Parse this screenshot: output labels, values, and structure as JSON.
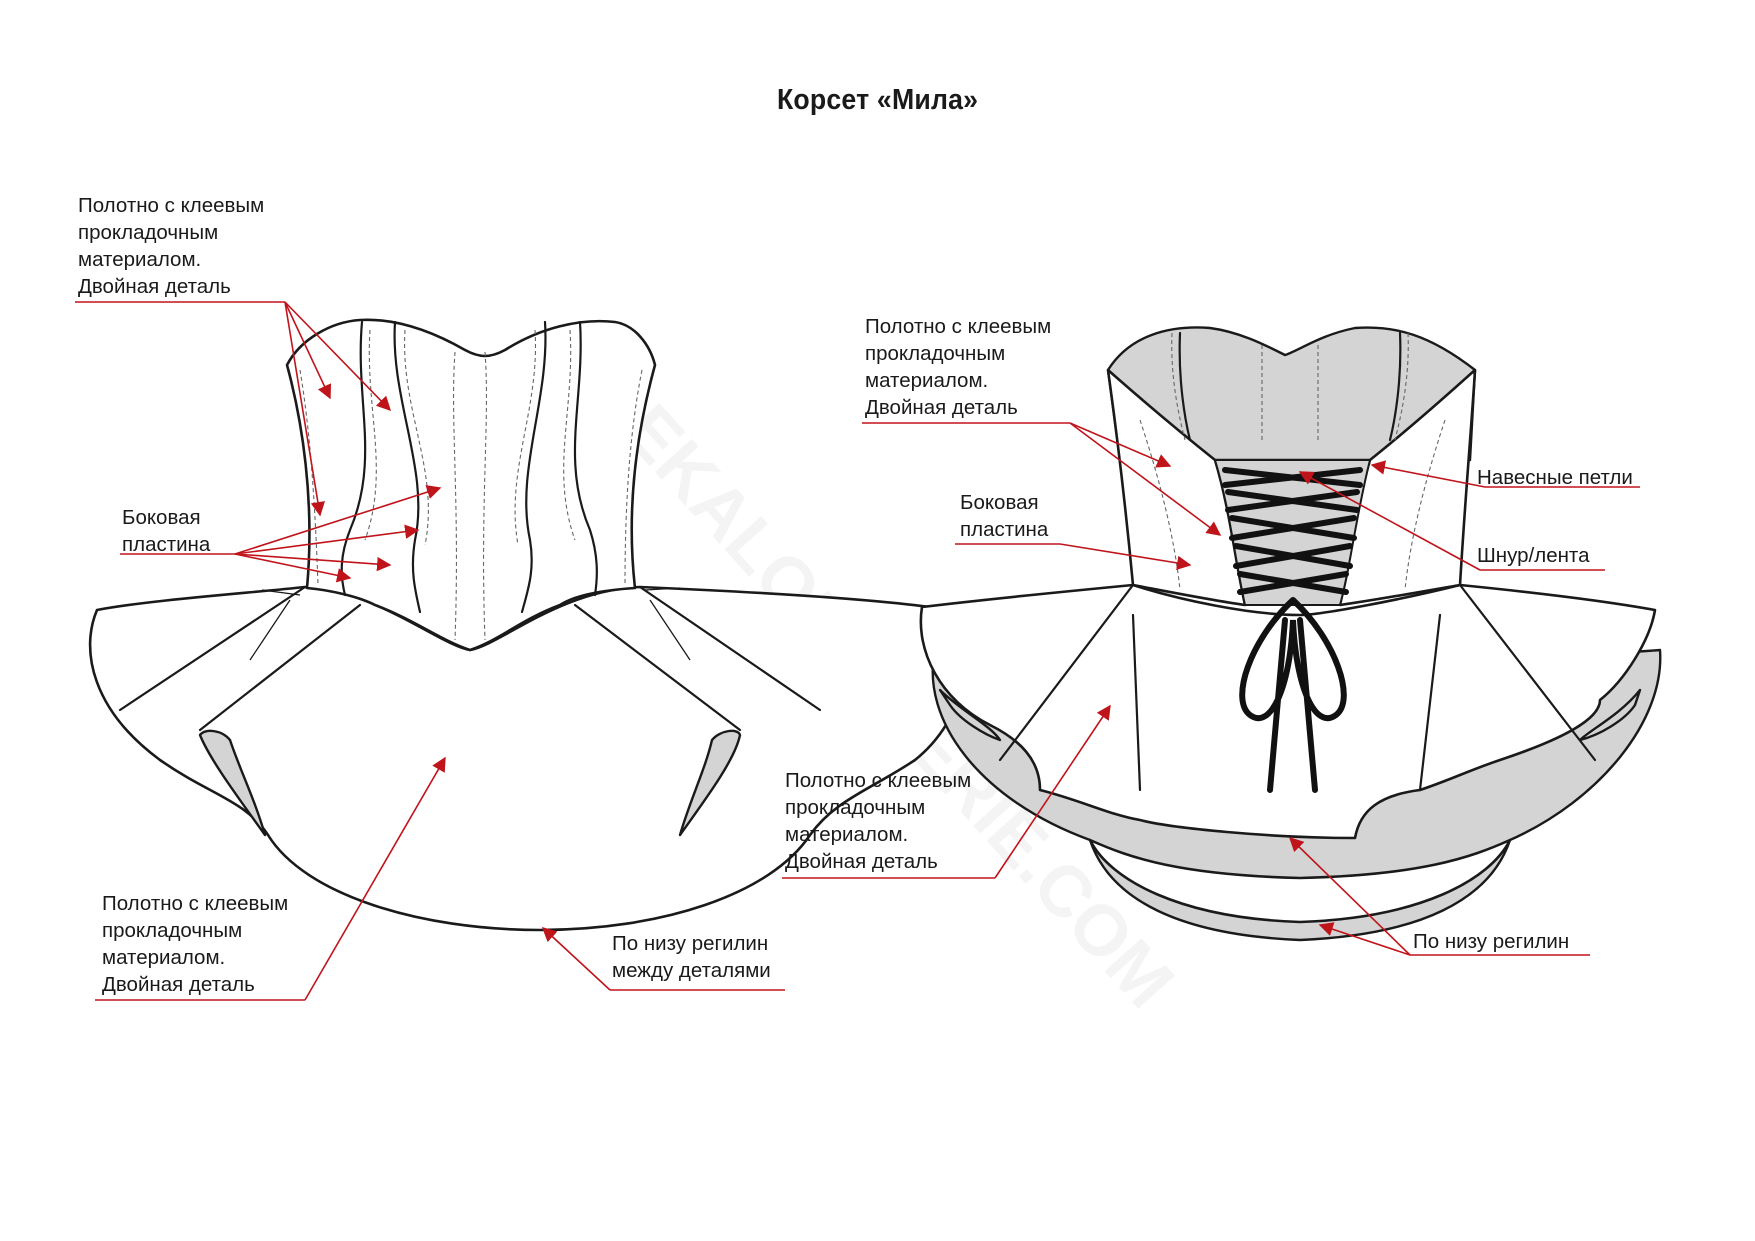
{
  "title": "Корсет «Мила»",
  "watermark": "LEKALOLINGERIE.COM",
  "colors": {
    "leader": "#c0141b",
    "outline": "#1a1a1a",
    "lining_grey": "#d4d4d4"
  },
  "front_view": {
    "labels": {
      "fabric_top": [
        "Полотно с клеевым",
        "прокладочным",
        "материалом.",
        "Двойная деталь"
      ],
      "side_panel": [
        "Боковая",
        "пластина"
      ],
      "fabric_bottom": [
        "Полотно с клеевым",
        "прокладочным",
        "материалом.",
        "Двойная деталь"
      ],
      "hem_regilin": [
        "По низу регилин",
        "между деталями"
      ]
    }
  },
  "back_view": {
    "labels": {
      "fabric_top": [
        "Полотно с клеевым",
        "прокладочным",
        "материалом.",
        "Двойная деталь"
      ],
      "side_panel": [
        "Боковая",
        "пластина"
      ],
      "loops": [
        "Навесные петли"
      ],
      "lace": [
        "Шнур/лента"
      ],
      "fabric_bottom": [
        "Полотно с клеевым",
        "прокладочным",
        "материалом.",
        "Двойная деталь"
      ],
      "hem_regilin": [
        "По низу регилин"
      ]
    }
  }
}
